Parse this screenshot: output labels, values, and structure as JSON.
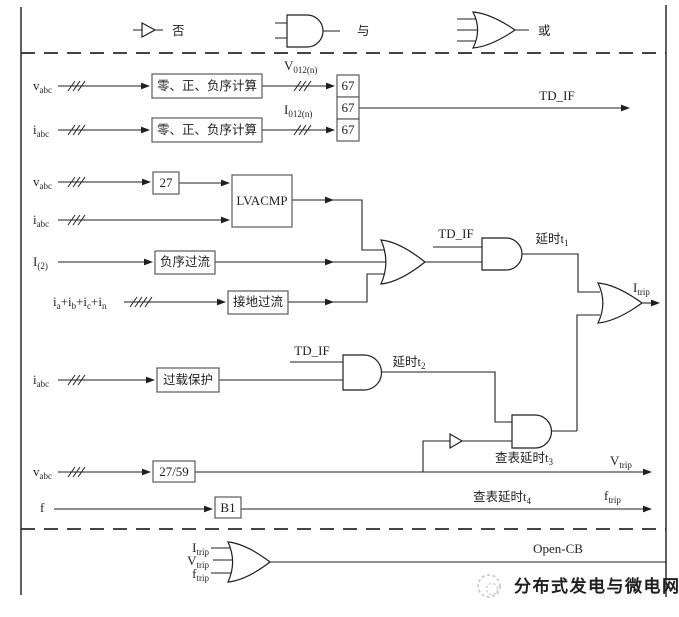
{
  "legend": {
    "not_label": "否",
    "and_label": "与",
    "or_label": "或"
  },
  "seq": {
    "v_in": {
      "m": "v",
      "s": "abc"
    },
    "i_in": {
      "m": "i",
      "s": "abc"
    },
    "calc_v": "零、正、负序计算",
    "calc_i": "零、正、负序计算",
    "v012": {
      "m": "V",
      "s": "012(n)"
    },
    "i012": {
      "m": "I",
      "s": "012(n)"
    },
    "r67_1": "67",
    "r67_2": "67",
    "r67_3": "67",
    "td_if": "TD_IF"
  },
  "mid": {
    "v_in": {
      "m": "v",
      "s": "abc"
    },
    "i_in": {
      "m": "i",
      "s": "abc"
    },
    "r27": "27",
    "lvacmp": "LVACMP",
    "i2": {
      "m": "I",
      "s": "(2)"
    },
    "neg_seq": "负序过流",
    "i_sum": {
      "p0": "i",
      "p1": "a",
      "p2": "+i",
      "p3": "b",
      "p4": "+i",
      "p5": "c",
      "p6": "+i",
      "p7": "n"
    },
    "ground_oc": "接地过流",
    "td_if": "TD_IF",
    "delay1": {
      "m": "延时t",
      "s": "1"
    },
    "i_trip": {
      "m": "I",
      "s": "trip"
    }
  },
  "overload": {
    "i_in": {
      "m": "i",
      "s": "abc"
    },
    "box": "过载保护",
    "td_if": "TD_IF",
    "delay2": {
      "m": "延时t",
      "s": "2"
    },
    "delay3": {
      "m": "查表延时t",
      "s": "3"
    }
  },
  "vf": {
    "v_in": {
      "m": "v",
      "s": "abc"
    },
    "r2759": "27/59",
    "v_trip": {
      "m": "V",
      "s": "trip"
    },
    "f_in": "f",
    "r81": "B1",
    "delay4": {
      "m": "查表延时t",
      "s": "4"
    },
    "f_trip": {
      "m": "f",
      "s": "trip"
    }
  },
  "output": {
    "i_trip": {
      "m": "I",
      "s": "trip"
    },
    "v_trip": {
      "m": "V",
      "s": "trip"
    },
    "f_trip": {
      "m": "f",
      "s": "trip"
    },
    "open_cb": "Open-CB"
  },
  "watermark": {
    "text": "分布式发电与微电网"
  },
  "colors": {
    "line": "#1f1f1f",
    "box_border": "#5a5a5a",
    "watermark": "#c6c6c6",
    "background": "#ffffff"
  }
}
